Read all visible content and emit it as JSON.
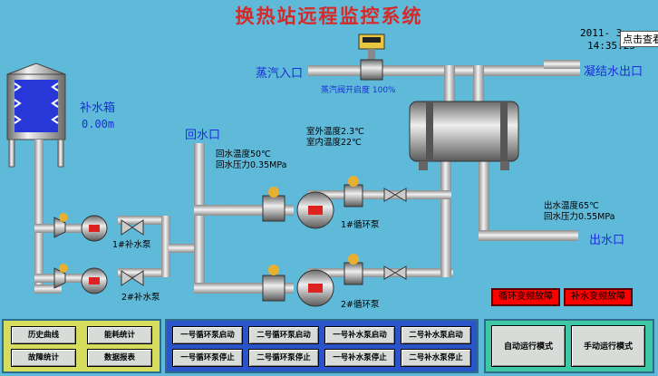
{
  "header": {
    "title": "换热站远程监控系统",
    "date": "2011- 3",
    "time": "14:35:25",
    "hint": "点击查看"
  },
  "labels": {
    "steam_inlet": "蒸汽入口",
    "steam_valve": "蒸汽阀开启度 100%",
    "condensate_outlet": "凝结水出口",
    "tank": "补水箱",
    "tank_level": "0.00m",
    "return_inlet": "回水口",
    "return_temp": "回水温度50℃",
    "return_pressure": "回水压力0.35MPa",
    "outdoor_temp": "室外温度2.3℃",
    "indoor_temp": "室内温度22℃",
    "supply_temp": "出水温度65℃",
    "supply_pressure": "回水压力0.55MPa",
    "supply_outlet": "出水口",
    "pump_makeup1": "1#补水泵",
    "pump_makeup2": "2#补水泵",
    "pump_circ1": "1#循环泵",
    "pump_circ2": "2#循环泵"
  },
  "faults": {
    "circ_vfd": "循环变频故障",
    "makeup_vfd": "补水变频故障"
  },
  "colors": {
    "background": "#5fb9d9",
    "pipe": "#c8c8c8",
    "fault": "#ff0000",
    "title": "#d42a2a",
    "label_blue": "#1a2fd6"
  },
  "left_buttons": {
    "history": "历史曲线",
    "energy": "能耗统计",
    "fault_stats": "故障统计",
    "report": "数据报表"
  },
  "mid_buttons": {
    "c1_start": "一号循环泵启动",
    "c2_start": "二号循环泵启动",
    "m1_start": "一号补水泵启动",
    "m2_start": "二号补水泵启动",
    "c1_stop": "一号循环泵停止",
    "c2_stop": "二号循环泵停止",
    "m1_stop": "一号补水泵停止",
    "m2_stop": "二号补水泵停止"
  },
  "mode_buttons": {
    "auto": "自动运行模式",
    "manual": "手动运行模式"
  }
}
